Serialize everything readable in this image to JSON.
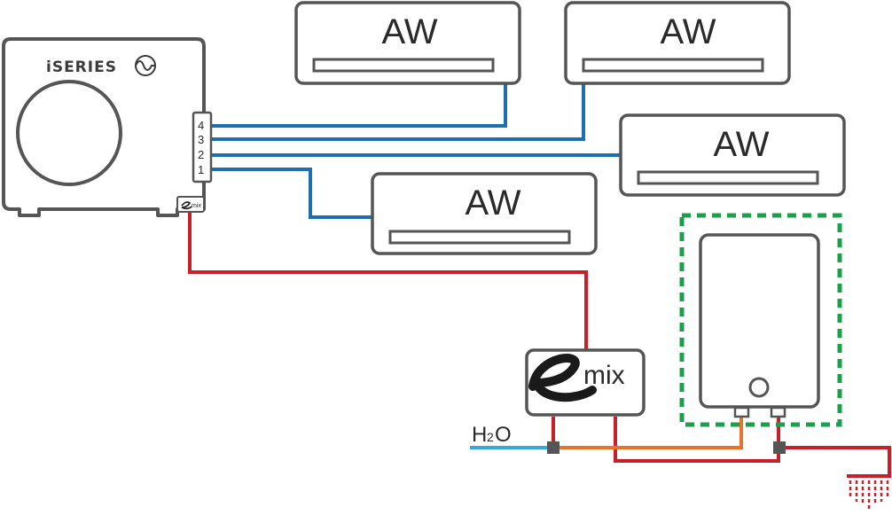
{
  "outdoor_unit": {
    "brand": "iSERIES",
    "ports": [
      "4",
      "3",
      "2",
      "1"
    ],
    "module_label": "mix"
  },
  "indoor_units": [
    {
      "label": "AW"
    },
    {
      "label": "AW"
    },
    {
      "label": "AW"
    },
    {
      "label": "AW"
    }
  ],
  "emix": {
    "label": "mix"
  },
  "water_inlet": {
    "label_main": "H",
    "label_sub": "2",
    "label_end": "O"
  },
  "colors": {
    "outline": "#555555",
    "refrigerant_line": "#1e6fb0",
    "hot_water_line": "#c8202b",
    "warm_water_line": "#e8732a",
    "cold_water_line": "#3aa7dc",
    "tank_boundary": "#1aa04a"
  }
}
